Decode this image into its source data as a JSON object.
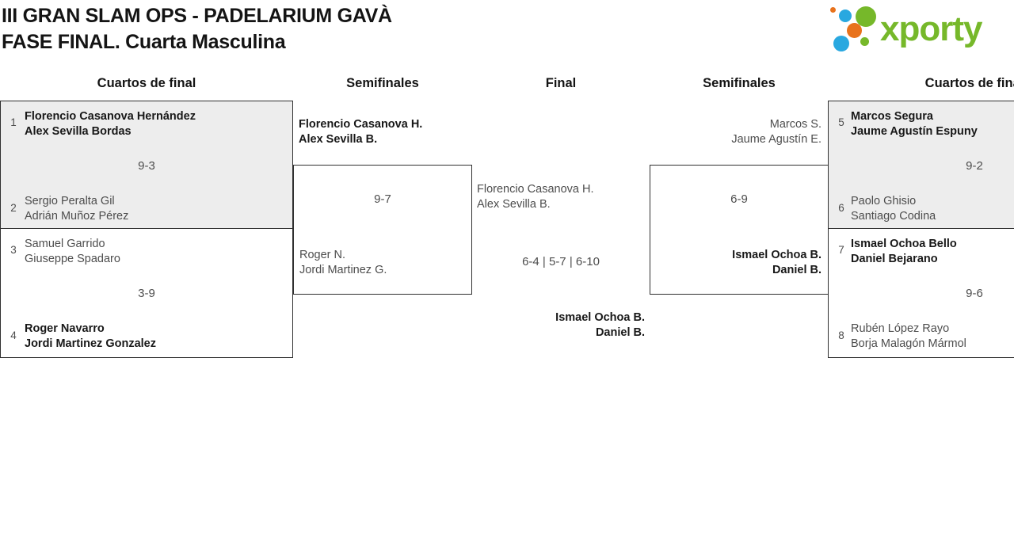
{
  "title": {
    "line1": "III GRAN SLAM OPS - PADELARIUM GAVÀ",
    "line2": "FASE FINAL. Cuarta Masculina"
  },
  "logo": {
    "brand": "xporty"
  },
  "headers": {
    "col1": "Cuartos de final",
    "col2": "Semifinales",
    "col3": "Final",
    "col4": "Semifinales",
    "col5": "Cuartos de final"
  },
  "colors": {
    "brand_green": "#76b82a",
    "brand_blue": "#29a8e0",
    "brand_orange": "#e8721c",
    "box_shaded": "#ededed",
    "border": "#303030",
    "text_dark": "#181818",
    "text_gray": "#4d4d4d"
  },
  "matches": {
    "lqf1": {
      "seed1": "1",
      "p1a": "Florencio Casanova Hernández",
      "p1b": "Alex Sevilla Bordas",
      "score": "9-3",
      "seed2": "2",
      "p2a": "Sergio Peralta Gil",
      "p2b": "Adrián Muñoz Pérez"
    },
    "lqf2": {
      "seed1": "3",
      "p1a": "Samuel Garrido",
      "p1b": "Giuseppe Spadaro",
      "score": "3-9",
      "seed2": "4",
      "p2a": "Roger Navarro",
      "p2b": "Jordi Martinez Gonzalez"
    },
    "lsf": {
      "p1a": "Florencio Casanova H.",
      "p1b": "Alex Sevilla B.",
      "score": "9-7",
      "p2a": "Roger N.",
      "p2b": "Jordi Martinez G."
    },
    "final": {
      "p1a": "Florencio Casanova H.",
      "p1b": "Alex Sevilla B.",
      "score": "6-4 | 5-7 | 6-10",
      "p2a": "Ismael Ochoa B.",
      "p2b": "Daniel B."
    },
    "rsf": {
      "p1a": "Marcos S.",
      "p1b": "Jaume Agustín E.",
      "score": "6-9",
      "p2a": "Ismael Ochoa B.",
      "p2b": "Daniel B."
    },
    "rqf1": {
      "seed1": "5",
      "p1a": "Marcos Segura",
      "p1b": "Jaume Agustín Espuny",
      "score": "9-2",
      "seed2": "6",
      "p2a": "Paolo Ghisio",
      "p2b": "Santiago Codina"
    },
    "rqf2": {
      "seed1": "7",
      "p1a": "Ismael Ochoa Bello",
      "p1b": "Daniel Bejarano",
      "score": "9-6",
      "seed2": "8",
      "p2a": "Rubén López Rayo",
      "p2b": "Borja Malagón Mármol"
    }
  }
}
